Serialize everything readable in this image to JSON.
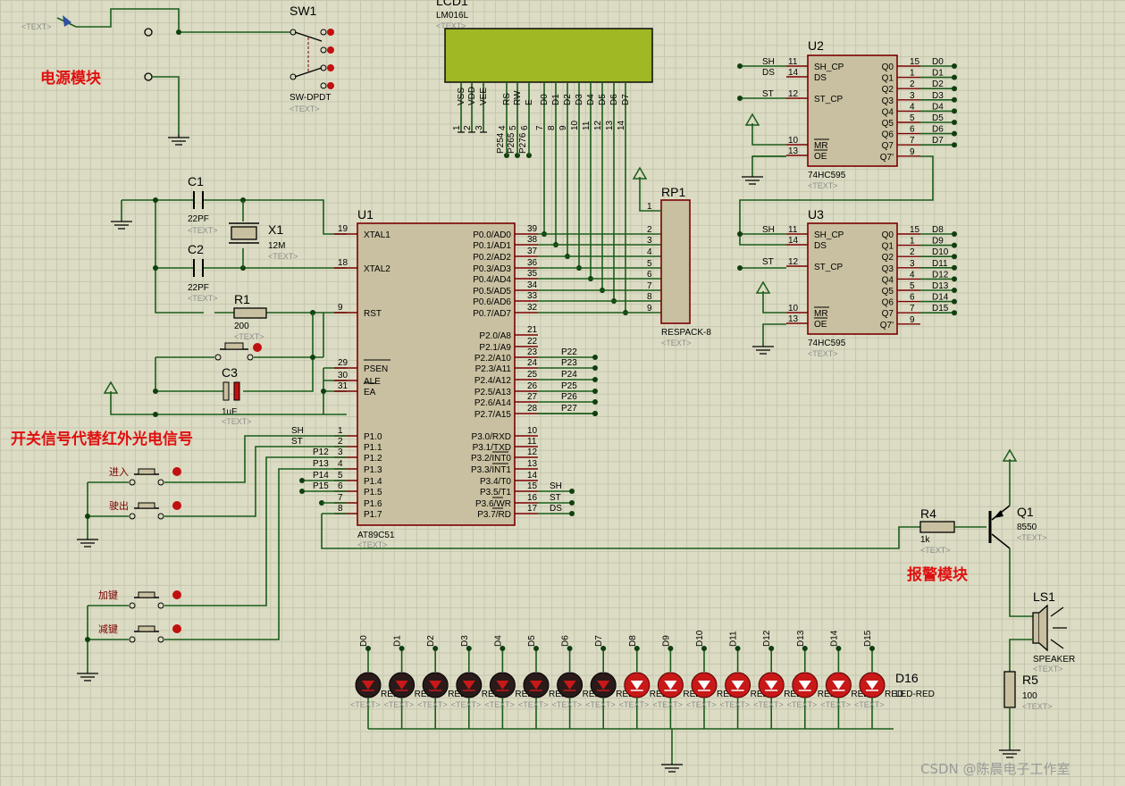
{
  "labels": {
    "power_module": "电源模块",
    "switch_note": "开关信号代替红外光电信号",
    "alarm_module": "报警模块",
    "btn_enter": "进入",
    "btn_exit": "驶出",
    "btn_plus": "加键",
    "btn_minus": "减键",
    "text_ph": "<TEXT>"
  },
  "components": {
    "sw1": {
      "ref": "SW1",
      "value": "SW-DPDT"
    },
    "lcd1": {
      "ref": "LCD1",
      "value": "LM016L",
      "pins": [
        "VSS",
        "VDD",
        "VEE",
        "RS",
        "RW",
        "E",
        "D0",
        "D1",
        "D2",
        "D3",
        "D4",
        "D5",
        "D6",
        "D7"
      ],
      "pin_nums": [
        "1",
        "2",
        "3",
        "4",
        "5",
        "6",
        "7",
        "8",
        "9",
        "10",
        "11",
        "12",
        "13",
        "14"
      ],
      "nets": [
        "P254",
        "P265",
        "P276"
      ]
    },
    "c1": {
      "ref": "C1",
      "value": "22PF"
    },
    "c2": {
      "ref": "C2",
      "value": "22PF"
    },
    "c3": {
      "ref": "C3",
      "value": "1uF"
    },
    "x1": {
      "ref": "X1",
      "value": "12M"
    },
    "r1": {
      "ref": "R1",
      "value": "200"
    },
    "r4": {
      "ref": "R4",
      "value": "1k"
    },
    "r5": {
      "ref": "R5",
      "value": "100"
    },
    "rp1": {
      "ref": "RP1",
      "value": "RESPACK-8",
      "pins": [
        "1",
        "2",
        "3",
        "4",
        "5",
        "6",
        "7",
        "8",
        "9"
      ]
    },
    "q1": {
      "ref": "Q1",
      "value": "8550"
    },
    "ls1": {
      "ref": "LS1",
      "value": "SPEAKER"
    },
    "u1": {
      "ref": "U1",
      "value": "AT89C51",
      "left_pins": [
        {
          "num": "19",
          "name": "XTAL1"
        },
        {
          "num": "18",
          "name": "XTAL2"
        },
        {
          "num": "9",
          "name": "RST"
        },
        {
          "num": "29",
          "name": "PSEN"
        },
        {
          "num": "30",
          "name": "ALE"
        },
        {
          "num": "31",
          "name": "EA"
        },
        {
          "num": "1",
          "name": "P1.0"
        },
        {
          "num": "2",
          "name": "P1.1"
        },
        {
          "num": "3",
          "name": "P1.2"
        },
        {
          "num": "4",
          "name": "P1.3"
        },
        {
          "num": "5",
          "name": "P1.4"
        },
        {
          "num": "6",
          "name": "P1.5"
        },
        {
          "num": "7",
          "name": "P1.6"
        },
        {
          "num": "8",
          "name": "P1.7"
        }
      ],
      "right_pins": [
        {
          "num": "39",
          "name": "P0.0/AD0"
        },
        {
          "num": "38",
          "name": "P0.1/AD1"
        },
        {
          "num": "37",
          "name": "P0.2/AD2"
        },
        {
          "num": "36",
          "name": "P0.3/AD3"
        },
        {
          "num": "35",
          "name": "P0.4/AD4"
        },
        {
          "num": "34",
          "name": "P0.5/AD5"
        },
        {
          "num": "33",
          "name": "P0.6/AD6"
        },
        {
          "num": "32",
          "name": "P0.7/AD7"
        },
        {
          "num": "21",
          "name": "P2.0/A8"
        },
        {
          "num": "22",
          "name": "P2.1/A9"
        },
        {
          "num": "23",
          "name": "P2.2/A10"
        },
        {
          "num": "24",
          "name": "P2.3/A11"
        },
        {
          "num": "25",
          "name": "P2.4/A12"
        },
        {
          "num": "26",
          "name": "P2.5/A13"
        },
        {
          "num": "27",
          "name": "P2.6/A14"
        },
        {
          "num": "28",
          "name": "P2.7/A15"
        },
        {
          "num": "10",
          "name": "P3.0/RXD"
        },
        {
          "num": "11",
          "name": "P3.1/TXD"
        },
        {
          "num": "12",
          "name": "P3.2/INT0"
        },
        {
          "num": "13",
          "name": "P3.3/INT1"
        },
        {
          "num": "14",
          "name": "P3.4/T0"
        },
        {
          "num": "15",
          "name": "P3.5/T1"
        },
        {
          "num": "16",
          "name": "P3.6/WR"
        },
        {
          "num": "17",
          "name": "P3.7/RD"
        }
      ],
      "left_nets": [
        "SH",
        "ST",
        "P12",
        "P13",
        "P14",
        "P15"
      ],
      "right_nets_p2": [
        "P22",
        "P23",
        "P24",
        "P25",
        "P26",
        "P27"
      ],
      "right_nets_p3": [
        "SH",
        "ST",
        "DS"
      ]
    },
    "u2": {
      "ref": "U2",
      "value": "74HC595",
      "left": [
        {
          "net": "SH",
          "num": "11",
          "name": "SH_CP"
        },
        {
          "net": "DS",
          "num": "14",
          "name": "DS"
        },
        {
          "net": "ST",
          "num": "12",
          "name": "ST_CP"
        },
        {
          "net": "",
          "num": "10",
          "name": "MR"
        },
        {
          "net": "",
          "num": "13",
          "name": "OE"
        }
      ],
      "right": [
        {
          "num": "15",
          "name": "Q0",
          "net": "D0"
        },
        {
          "num": "1",
          "name": "Q1",
          "net": "D1"
        },
        {
          "num": "2",
          "name": "Q2",
          "net": "D2"
        },
        {
          "num": "3",
          "name": "Q3",
          "net": "D3"
        },
        {
          "num": "4",
          "name": "Q4",
          "net": "D4"
        },
        {
          "num": "5",
          "name": "Q5",
          "net": "D5"
        },
        {
          "num": "6",
          "name": "Q6",
          "net": "D6"
        },
        {
          "num": "7",
          "name": "Q7",
          "net": "D7"
        },
        {
          "num": "9",
          "name": "Q7'",
          "net": ""
        }
      ]
    },
    "u3": {
      "ref": "U3",
      "value": "74HC595",
      "left": [
        {
          "net": "SH",
          "num": "11",
          "name": "SH_CP"
        },
        {
          "net": "",
          "num": "14",
          "name": "DS"
        },
        {
          "net": "ST",
          "num": "12",
          "name": "ST_CP"
        },
        {
          "net": "",
          "num": "10",
          "name": "MR"
        },
        {
          "net": "",
          "num": "13",
          "name": "OE"
        }
      ],
      "right": [
        {
          "num": "15",
          "name": "Q0",
          "net": "D8"
        },
        {
          "num": "1",
          "name": "Q1",
          "net": "D9"
        },
        {
          "num": "2",
          "name": "Q2",
          "net": "D10"
        },
        {
          "num": "3",
          "name": "Q3",
          "net": "D11"
        },
        {
          "num": "4",
          "name": "Q4",
          "net": "D12"
        },
        {
          "num": "5",
          "name": "Q5",
          "net": "D13"
        },
        {
          "num": "6",
          "name": "Q6",
          "net": "D14"
        },
        {
          "num": "7",
          "name": "Q7",
          "net": "D15"
        },
        {
          "num": "9",
          "name": "Q7'",
          "net": ""
        }
      ]
    },
    "leds": {
      "nets": [
        "D0",
        "D1",
        "D2",
        "D3",
        "D4",
        "D5",
        "D6",
        "D7",
        "D8",
        "D9",
        "D10",
        "D11",
        "D12",
        "D13",
        "D14",
        "D15"
      ],
      "ref_last": "D16",
      "value": "LED-RED",
      "partial_label": "RED"
    }
  },
  "watermark": "CSDN @陈晨电子工作室"
}
